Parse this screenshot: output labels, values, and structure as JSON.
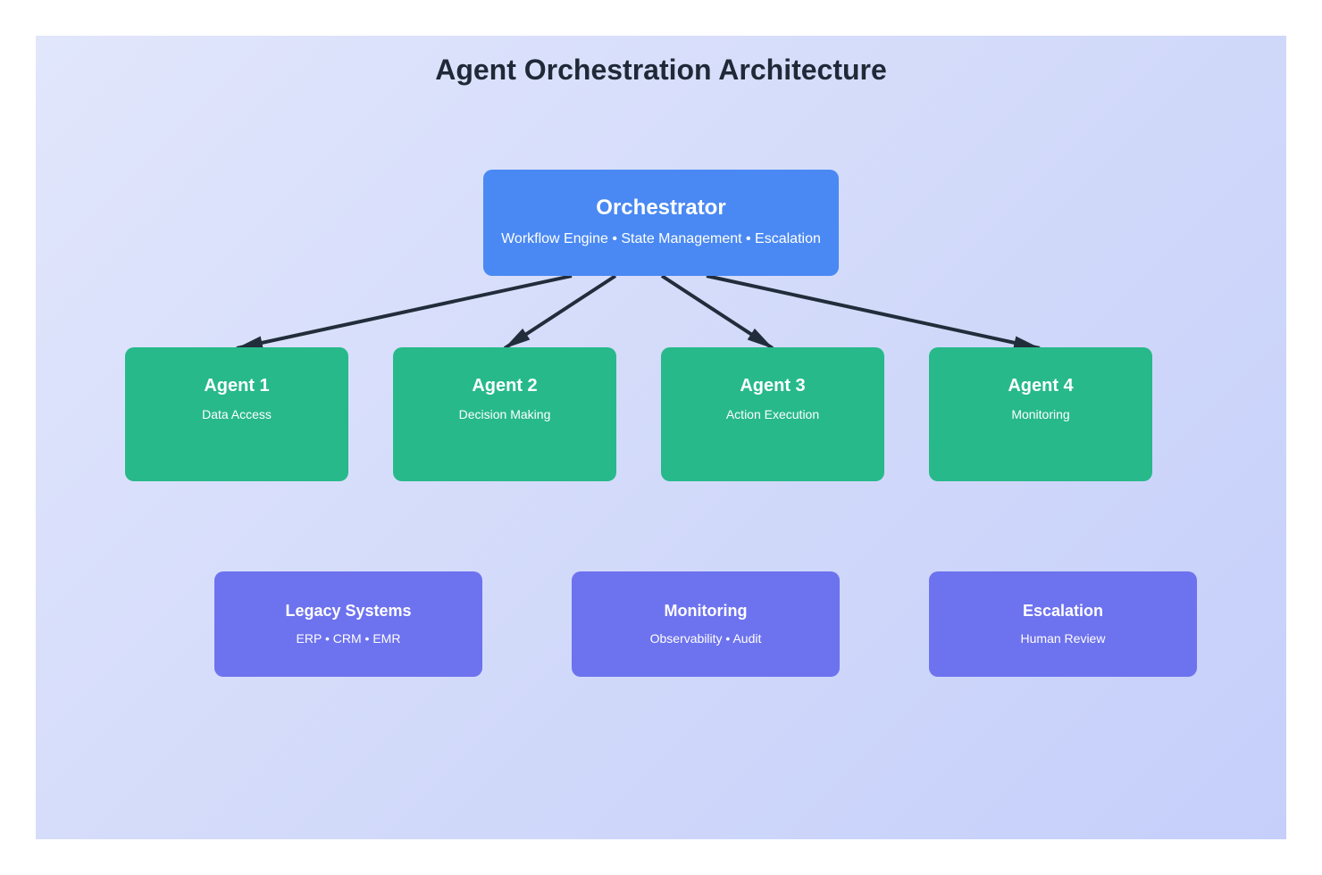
{
  "title": "Agent Orchestration Architecture",
  "orchestrator": {
    "title": "Orchestrator",
    "subtitle": "Workflow Engine • State Management • Escalation"
  },
  "agents": [
    {
      "title": "Agent 1",
      "subtitle": "Data Access"
    },
    {
      "title": "Agent 2",
      "subtitle": "Decision Making"
    },
    {
      "title": "Agent 3",
      "subtitle": "Action Execution"
    },
    {
      "title": "Agent 4",
      "subtitle": "Monitoring"
    }
  ],
  "systems": [
    {
      "title": "Legacy Systems",
      "subtitle": "ERP • CRM • EMR"
    },
    {
      "title": "Monitoring",
      "subtitle": "Observability • Audit"
    },
    {
      "title": "Escalation",
      "subtitle": "Human Review"
    }
  ],
  "colors": {
    "bg-start": "#e1e6fb",
    "bg-end": "#c5cffa",
    "blue": "#4a89f3",
    "green": "#27b98a",
    "purple": "#6d72ee",
    "arrow": "#222d3b",
    "title": "#1f2937"
  }
}
